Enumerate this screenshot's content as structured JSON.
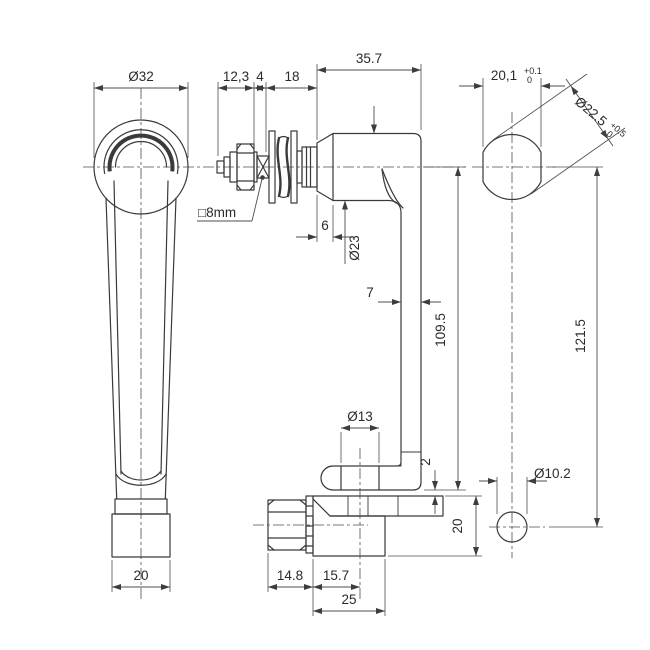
{
  "drawing": {
    "background": "#ffffff",
    "line_color": "#3a3a3a",
    "front_view": {
      "head_diameter": "Ø32",
      "knob_width": "20"
    },
    "side_view": {
      "thread_length": "12,3",
      "square_section": "4",
      "neck_length": "18",
      "body_depth": "35.7",
      "square_spindle_label": "□8mm",
      "bezel_depth": "6",
      "body_diameter": "Ø23",
      "arm_thickness": "7",
      "arm_length": "109.5",
      "boss_diameter": "Ø13",
      "cam_gap": "2",
      "cam_stack_height": "20",
      "nut_width": "14.8",
      "axis_offset": "15.7",
      "foot_depth": "25"
    },
    "cutout_view": {
      "across_flats": "20,1",
      "across_flats_tol_plus": "+0.1",
      "across_flats_tol_zero": "0",
      "cutout_diameter": "Ø22.5",
      "cutout_tol_plus": "+0.5",
      "cutout_tol_zero": "0",
      "hole_distance": "121.5",
      "hole_diameter": "Ø10.2"
    }
  }
}
